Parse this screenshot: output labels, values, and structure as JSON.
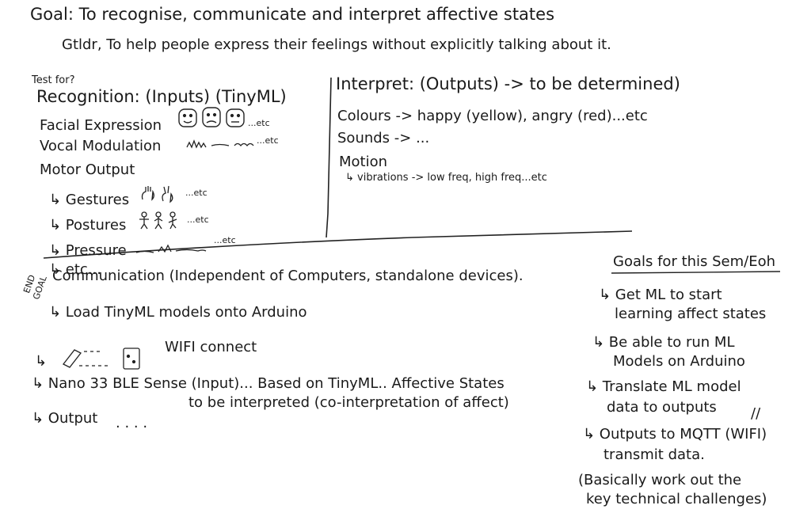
{
  "goal": {
    "line1": "Goal: To recognise, communicate and interpret affective states",
    "line2": "Gtldr, To help people express their feelings without explicitly talking about it."
  },
  "left": {
    "test_for": "Test for?",
    "heading": "Recognition: (Inputs) (TinyML)",
    "facial": "Facial Expression",
    "facial_etc": "...etc",
    "vocal": "Vocal Modulation",
    "vocal_etc": "...etc",
    "motor": "Motor Output",
    "gestures": "↳ Gestures",
    "gestures_etc": "...etc",
    "postures": "↳ Postures",
    "postures_etc": "...etc",
    "pressure": "↳ Pressure",
    "pressure_etc": "...etc",
    "etc": "↳ etc..."
  },
  "right": {
    "heading": "Interpret: (Outputs) -> to be determined)",
    "colours": "Colours -> happy (yellow), angry (red)...etc",
    "sounds": "Sounds -> ...",
    "motion": "Motion",
    "vibrations": "↳ vibrations -> low freq, high freq...etc"
  },
  "bottom": {
    "end_goal_1": "END",
    "end_goal_2": "GOAL",
    "communication": "Communication (Independent of Computers, standalone devices).",
    "load": "↳ Load TinyML models onto Arduino",
    "arrow": "↳",
    "wifi": "WIFI connect",
    "nano": "↳ Nano 33 BLE Sense (Input)... Based on TinyML.. Affective States",
    "output": "↳ Output",
    "output_dots": ". . . .",
    "output_rest": "to be interpreted (co-interpretation of affect)"
  },
  "sem": {
    "title": "Goals for this Sem/Eoh",
    "g1a": "↳ Get ML to start",
    "g1b": "learning affect states",
    "g2a": "↳ Be able to run ML",
    "g2b": "Models on Arduino",
    "g3a": "↳ Translate ML model",
    "g3b": "data to outputs",
    "g3c": "//",
    "g4a": "↳ Outputs to MQTT (WIFI)",
    "g4b": "transmit data.",
    "g5a": "(Basically work out the",
    "g5b": "key technical challenges)"
  }
}
